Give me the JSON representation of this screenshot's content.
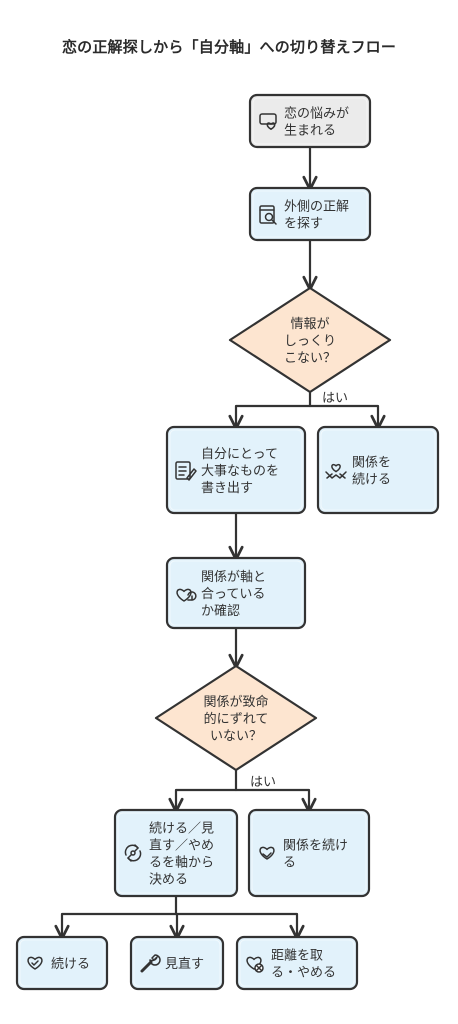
{
  "title": "恋の正解探しから「自分軸」への切り替えフロー",
  "colors": {
    "gray_fill": "#ebebeb",
    "blue_fill": "#e2f2fb",
    "diamond_fill": "#fde5d0",
    "stroke": "#333333"
  },
  "nodes": [
    {
      "id": "worry",
      "shape": "rect",
      "color": "gray",
      "icon": "worry-icon",
      "lines": [
        "恋の悩みが",
        "生まれる"
      ]
    },
    {
      "id": "search",
      "shape": "rect",
      "color": "blue",
      "icon": "search-document-icon",
      "lines": [
        "外側の正解",
        "を探す"
      ]
    },
    {
      "id": "decision1",
      "shape": "diamond",
      "color": "diamond",
      "lines": [
        "情報が",
        "しっくり",
        "こない？"
      ]
    },
    {
      "id": "write",
      "shape": "rect",
      "color": "blue",
      "icon": "notepad-pen-icon",
      "lines": [
        "自分にとって",
        "大事なものを",
        "書き出す"
      ]
    },
    {
      "id": "continue1",
      "shape": "rect",
      "color": "blue",
      "icon": "hands-heart-icon",
      "lines": [
        "関係を",
        "続ける"
      ]
    },
    {
      "id": "check",
      "shape": "rect",
      "color": "blue",
      "icon": "heart-refresh-icon",
      "lines": [
        "関係が軸と",
        "合っている",
        "か確認"
      ]
    },
    {
      "id": "decision2",
      "shape": "diamond",
      "color": "diamond",
      "lines": [
        "関係が致命",
        "的にずれて",
        "いない？"
      ]
    },
    {
      "id": "decide",
      "shape": "rect",
      "color": "blue",
      "icon": "cycle-icon",
      "lines": [
        "続ける／見",
        "直す／やめ",
        "るを軸から",
        "決める"
      ]
    },
    {
      "id": "continue2",
      "shape": "rect",
      "color": "blue",
      "icon": "handshake-heart-icon",
      "lines": [
        "関係を続け",
        "る"
      ]
    },
    {
      "id": "keep",
      "shape": "rect",
      "color": "blue",
      "icon": "heart-check-icon",
      "lines": [
        "続ける"
      ]
    },
    {
      "id": "review",
      "shape": "rect",
      "color": "blue",
      "icon": "wrench-icon",
      "lines": [
        "見直す"
      ]
    },
    {
      "id": "distance",
      "shape": "rect",
      "color": "blue",
      "icon": "broken-heart-icon",
      "lines": [
        "距離を取",
        "る・やめる"
      ]
    }
  ],
  "edges": [
    {
      "from": "worry",
      "to": "search",
      "label": ""
    },
    {
      "from": "search",
      "to": "decision1",
      "label": ""
    },
    {
      "from": "decision1",
      "to": "write",
      "label": "はい"
    },
    {
      "from": "decision1",
      "to": "continue1",
      "label": ""
    },
    {
      "from": "write",
      "to": "check",
      "label": ""
    },
    {
      "from": "check",
      "to": "decision2",
      "label": ""
    },
    {
      "from": "decision2",
      "to": "decide",
      "label": "はい"
    },
    {
      "from": "decision2",
      "to": "continue2",
      "label": ""
    },
    {
      "from": "decide",
      "to": "keep",
      "label": ""
    },
    {
      "from": "decide",
      "to": "review",
      "label": ""
    },
    {
      "from": "decide",
      "to": "distance",
      "label": ""
    }
  ]
}
